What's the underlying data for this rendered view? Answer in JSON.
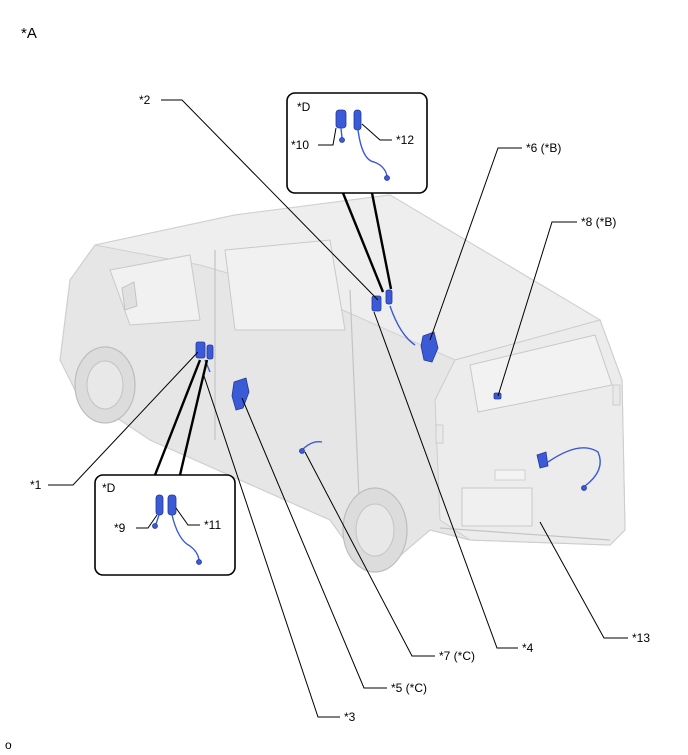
{
  "figure": {
    "view_label": "*A",
    "corner_mark": "o"
  },
  "callouts": [
    {
      "id": "d_upper",
      "label": "*D"
    },
    {
      "id": "d_lower",
      "label": "*D"
    }
  ],
  "labels": [
    {
      "id": "p1",
      "text": "*1"
    },
    {
      "id": "p2",
      "text": "*2"
    },
    {
      "id": "p3",
      "text": "*3"
    },
    {
      "id": "p4",
      "text": "*4"
    },
    {
      "id": "p5",
      "text": "*5 (*C)"
    },
    {
      "id": "p6",
      "text": "*6 (*B)"
    },
    {
      "id": "p7",
      "text": "*7 (*C)"
    },
    {
      "id": "p8",
      "text": "*8 (*B)"
    },
    {
      "id": "p9",
      "text": "*9"
    },
    {
      "id": "p10",
      "text": "*10"
    },
    {
      "id": "p11",
      "text": "*11"
    },
    {
      "id": "p12",
      "text": "*12"
    },
    {
      "id": "p13",
      "text": "*13"
    }
  ],
  "colors": {
    "part_highlight": "#3b5bd6",
    "vehicle_body": "#e4e4e4"
  }
}
